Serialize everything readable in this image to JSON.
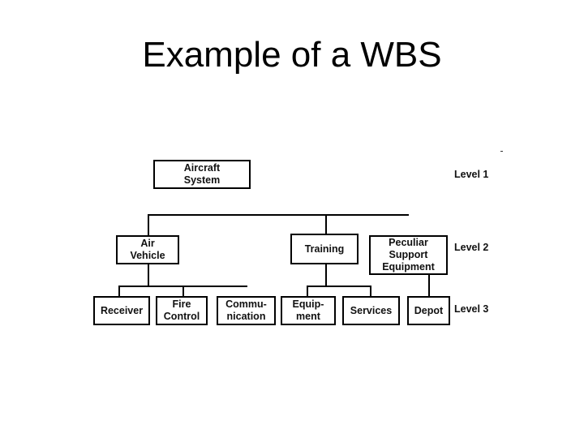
{
  "title": "Example of a WBS",
  "wbs": {
    "root": {
      "label": "Aircraft\nSystem"
    },
    "level2": [
      {
        "label": "Air\nVehicle"
      },
      {
        "label": "Training"
      },
      {
        "label": "Peculiar\nSupport\nEquipment"
      }
    ],
    "level3": [
      {
        "label": "Receiver"
      },
      {
        "label": "Fire\nControl"
      },
      {
        "label": "Commu-\nnication"
      },
      {
        "label": "Equip-\nment"
      },
      {
        "label": "Services"
      },
      {
        "label": "Depot"
      }
    ],
    "levels": [
      "Level 1",
      "Level 2",
      "Level 3"
    ]
  }
}
